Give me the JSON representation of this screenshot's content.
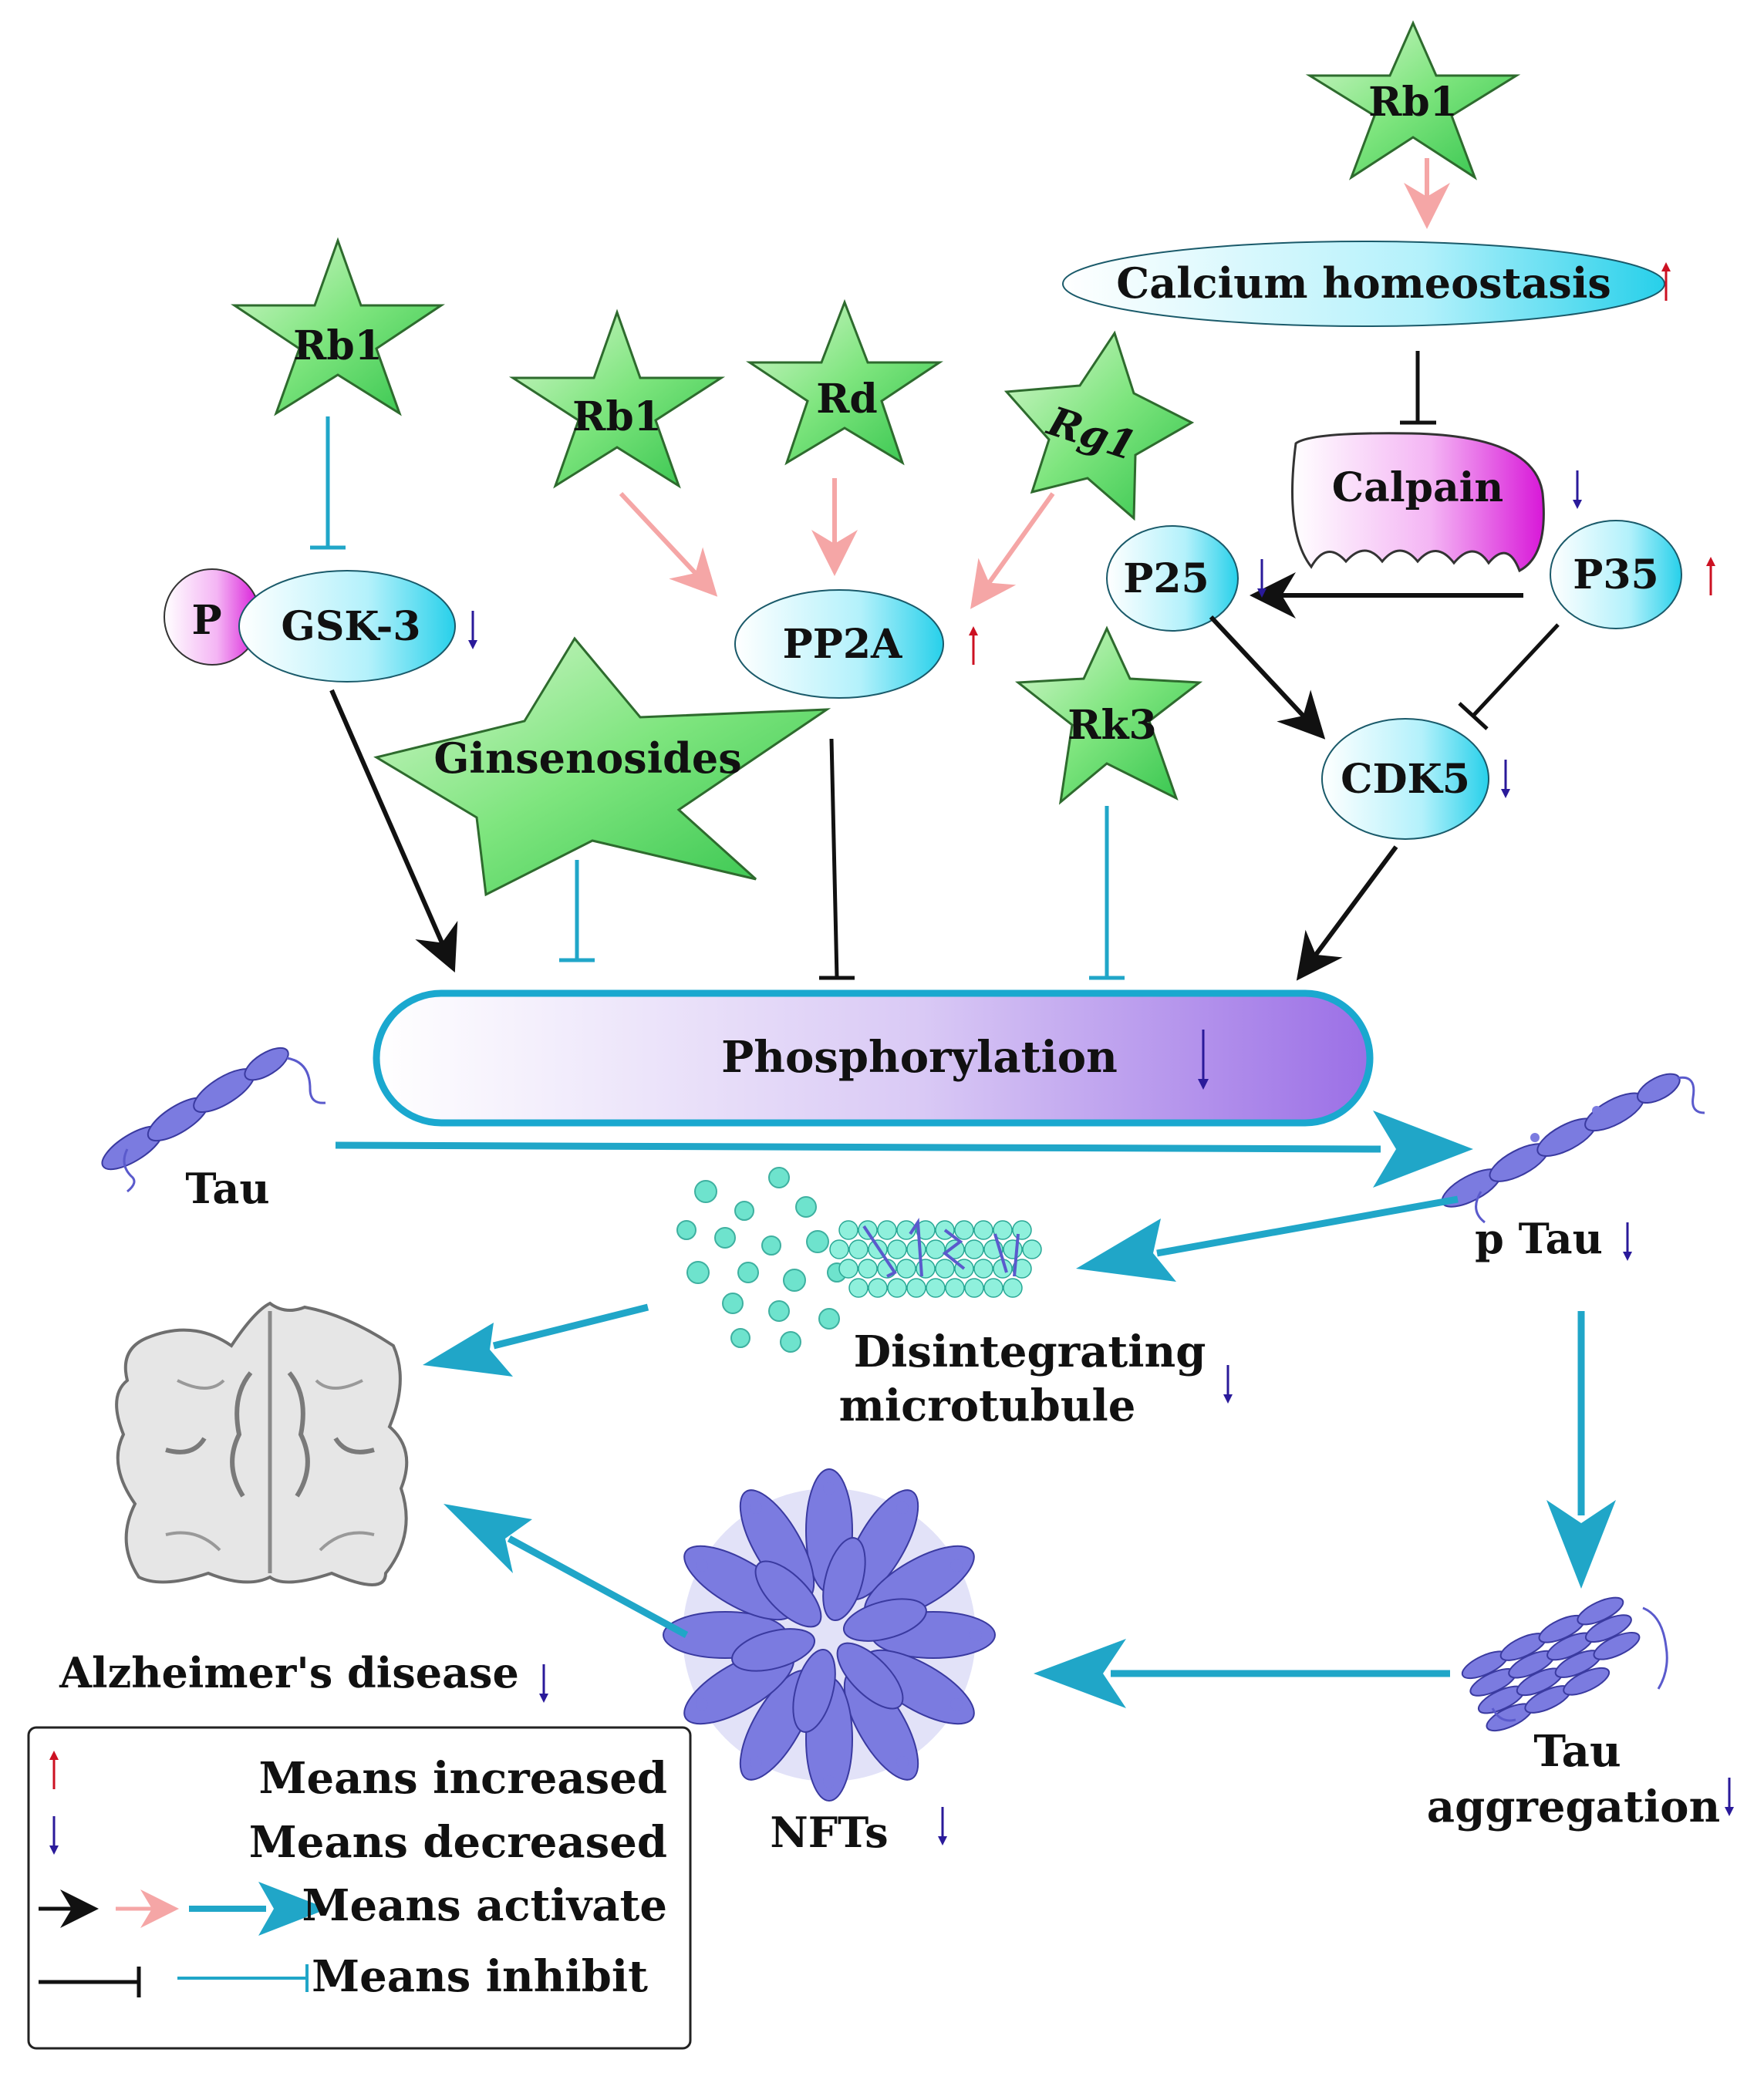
{
  "colors": {
    "star_fill": "#7ee57e",
    "star_edge": "#2e6b2e",
    "cyan_node": "#8fe7f5",
    "magenta": "#e040e0",
    "pink_arrow": "#f5a6a6",
    "teal_arrow": "#20a6c8",
    "black_arrow": "#111111",
    "up_arrow": "#cc1122",
    "down_arrow": "#2a1a9a",
    "phospho_fill": "#a784e8",
    "tau_protein": "#7b7be0",
    "microtubule": "#5fe0c8"
  },
  "stars": {
    "rb1_top": "Rb1",
    "rb1_left": "Rb1",
    "rb1_mid": "Rb1",
    "rd": "Rd",
    "rg1": "Rg1",
    "rk3": "Rk3",
    "ginsenosides": "Ginsenosides"
  },
  "nodes": {
    "calcium": "Calcium homeostasis",
    "calpain": "Calpain",
    "p25": "P25",
    "p35": "P35",
    "cdk5": "CDK5",
    "gsk3": "GSK-3",
    "p_badge": "P",
    "pp2a": "PP2A",
    "phosphorylation": "Phosphorylation"
  },
  "labels": {
    "tau": "Tau",
    "ptau": "p Tau",
    "microtubule_line1": "Disintegrating",
    "microtubule_line2": "microtubule",
    "alzheimers": "Alzheimer's disease",
    "nfts": "NFTs",
    "tau_agg_line1": "Tau",
    "tau_agg_line2": "aggregation"
  },
  "legend": {
    "increased": "Means increased",
    "decreased": "Means decreased",
    "activate": "Means activate",
    "inhibit": "Means inhibit"
  }
}
